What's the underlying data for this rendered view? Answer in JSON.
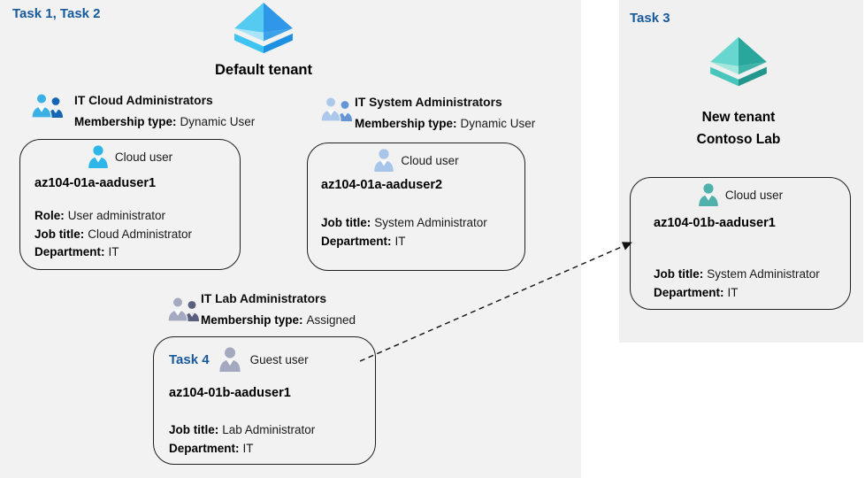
{
  "colors": {
    "left_background": "#f2f2f2",
    "right_background": "#f0f0f0",
    "task_blue": "#175a9b",
    "text": "#1a1a1a",
    "cloud_user_cyan": "#2fb6e9",
    "cloud_user_steel": "#a6c5e9",
    "guest_user_gray": "#a5a9c0",
    "cloud_user_teal": "#50b1ac",
    "default_tenant_blue": "#2e97e8",
    "new_tenant_teal": "#2aa79d"
  },
  "left": {
    "task_label": "Task 1, Task 2",
    "tenant_name": "Default tenant",
    "groups": {
      "cloud": {
        "name": "IT Cloud Administrators",
        "membership_label": "Membership type:",
        "membership_value": "Dynamic User"
      },
      "system": {
        "name": "IT System Administrators",
        "membership_label": "Membership type:",
        "membership_value": "Dynamic User"
      },
      "lab": {
        "name": "IT Lab Administrators",
        "membership_label": "Membership type:",
        "membership_value": "Assigned"
      }
    },
    "cards": {
      "user1": {
        "type_label": "Cloud user",
        "username": "az104-01a-aaduser1",
        "fields": [
          {
            "label": "Role:",
            "value": "User administrator"
          },
          {
            "label": "Job title:",
            "value": "Cloud Administrator"
          },
          {
            "label": "Department:",
            "value": "IT"
          }
        ]
      },
      "user2": {
        "type_label": "Cloud user",
        "username": "az104-01a-aaduser2",
        "fields": [
          {
            "label": "Job title:",
            "value": "System Administrator"
          },
          {
            "label": "Department:",
            "value": "IT"
          }
        ]
      },
      "guest": {
        "task_label": "Task 4",
        "type_label": "Guest user",
        "username": "az104-01b-aaduser1",
        "fields": [
          {
            "label": "Job title:",
            "value": "Lab Administrator"
          },
          {
            "label": "Department:",
            "value": "IT"
          }
        ]
      }
    }
  },
  "right": {
    "task_label": "Task 3",
    "tenant_name_line1": "New tenant",
    "tenant_name_line2": "Contoso Lab",
    "card": {
      "type_label": "Cloud user",
      "username": "az104-01b-aaduser1",
      "fields": [
        {
          "label": "Job title:",
          "value": "System Administrator"
        },
        {
          "label": "Department:",
          "value": "IT"
        }
      ]
    }
  }
}
